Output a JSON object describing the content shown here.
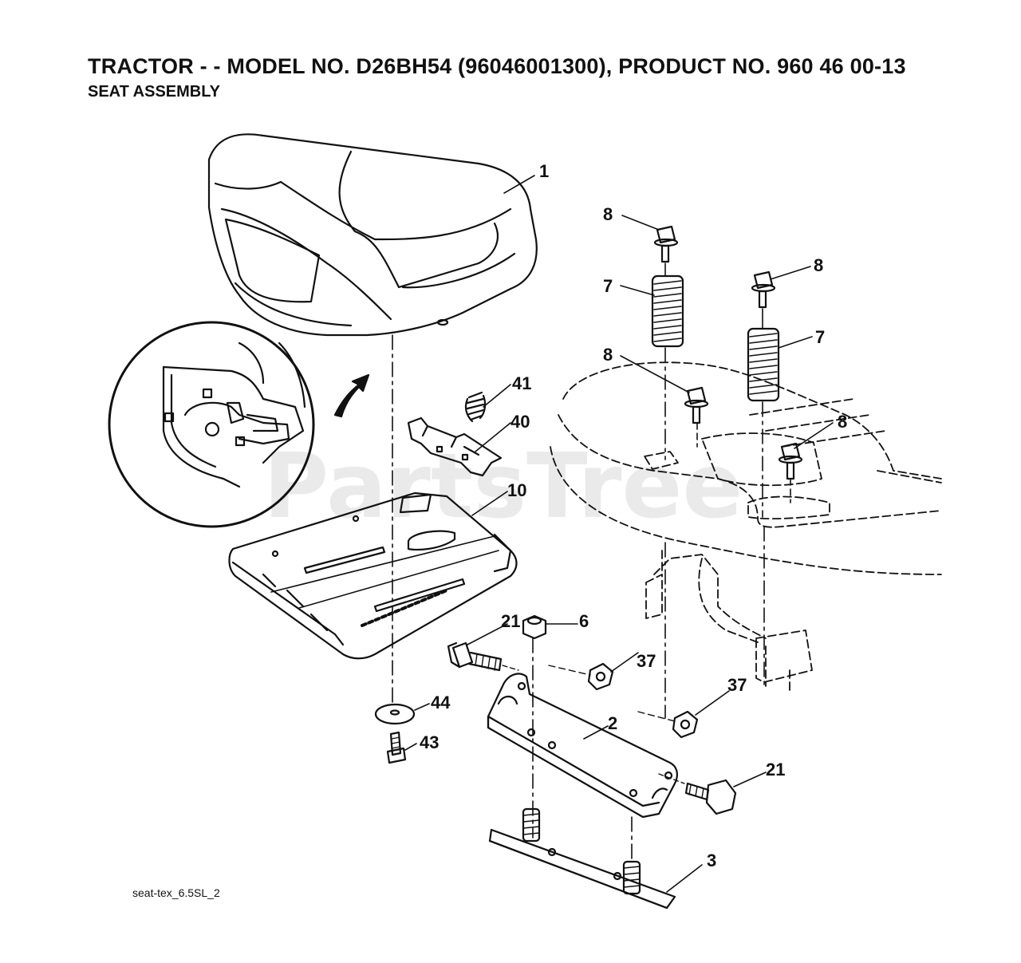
{
  "header": {
    "title": "TRACTOR - - MODEL NO. D26BH54 (96046001300), PRODUCT NO. 960 46 00-13",
    "subtitle": "SEAT ASSEMBLY"
  },
  "callouts": {
    "seat": "1",
    "bracket": "2",
    "plate": "3",
    "nut": "6",
    "spring_left": "7",
    "spring_right": "7",
    "bolt_top_left": "8",
    "bolt_top_right": "8",
    "bolt_mid_left": "8",
    "bolt_mid_right": "8",
    "seat_pan": "10",
    "bolt_left": "21",
    "bolt_right": "21",
    "locknut_upper": "37",
    "locknut_lower": "37",
    "clip": "40",
    "small_spring": "41",
    "screw": "43",
    "washer": "44"
  },
  "drawing_code": "seat-tex_6.5SL_2",
  "watermark": "PartsTree",
  "colors": {
    "ink": "#111111",
    "watermark": "#d9d9d9",
    "background": "#ffffff"
  }
}
